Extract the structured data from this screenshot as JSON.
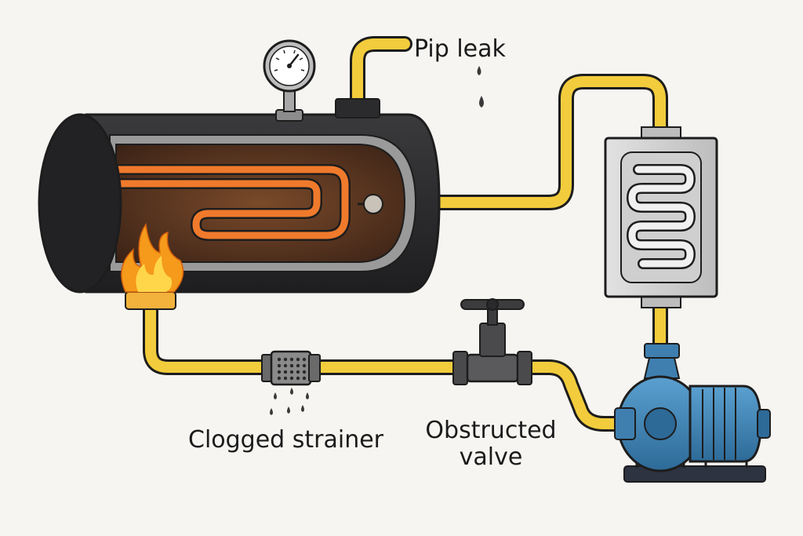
{
  "labels": {
    "pipe_leak": "Pip leak",
    "clogged_strainer": "Clogged strainer",
    "obstructed_valve_line1": "Obstructed",
    "obstructed_valve_line2": "valve"
  },
  "colors": {
    "background": "#f6f5f2",
    "pipe": "#f2cc3c",
    "tank_shell": "#2b2b2d",
    "tank_interior": "#5a3520",
    "heating_coil": "#f07a2c",
    "heat_exchanger": "#d4d4d4",
    "pump": "#3f7fb0",
    "flame": "#f59a1b",
    "outline": "#1d1d1d"
  },
  "icons": [
    "pressure-gauge-icon",
    "flame-icon",
    "water-drip-icon",
    "valve-handle-icon",
    "pump-icon",
    "heat-exchanger-icon"
  ]
}
